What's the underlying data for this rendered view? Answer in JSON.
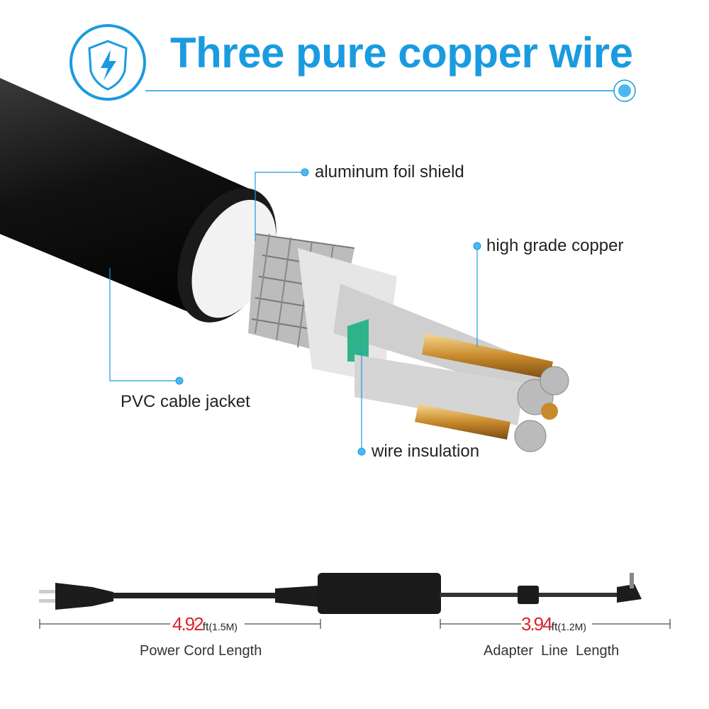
{
  "title": "Three pure copper wire",
  "icon": "shield-lightning-icon",
  "accent_color": "#1a9be0",
  "labels": {
    "foil": "aluminum foil shield",
    "copper": "high grade copper",
    "jacket": "PVC cable jacket",
    "insulation": "wire insulation"
  },
  "lengths": {
    "power": {
      "value": "4.92",
      "unit": "ft",
      "metric": "(1.5M)",
      "caption": "Power Cord Length"
    },
    "adapter": {
      "value": "3.94",
      "unit": "ft",
      "metric": "(1.2M)",
      "caption": "Adapter  Line  Length"
    }
  }
}
